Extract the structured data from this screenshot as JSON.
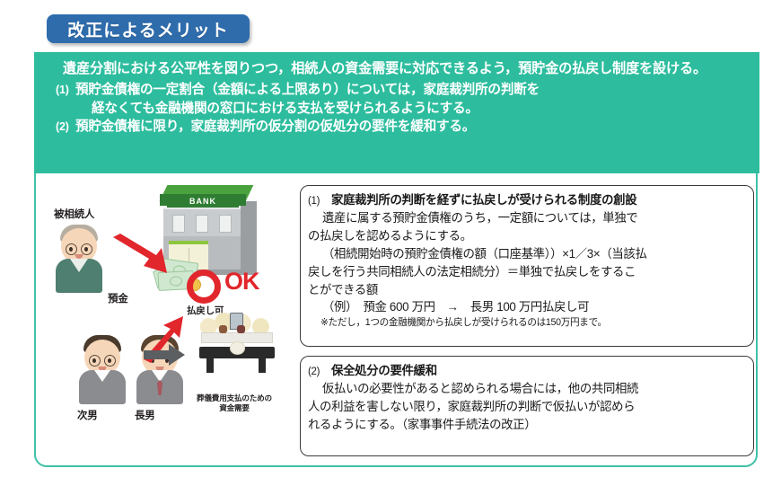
{
  "title_tab": {
    "label": "改正によるメリット"
  },
  "summary": {
    "lead": "遺産分割における公平性を図りつつ，相続人の資金需要に対応できるよう，預貯金の払戻し制度を設ける。",
    "items": [
      {
        "num": "(1)",
        "line1": "預貯金債権の一定割合（金額による上限あり）については，家庭裁判所の判断を",
        "line2": "経なくても金融機関の窓口における支払を受けられるようにする。"
      },
      {
        "num": "(2)",
        "line1": "預貯金債権に限り，家庭裁判所の仮分割の仮処分の要件を緩和する。",
        "line2": ""
      }
    ]
  },
  "illustration": {
    "label_decedent": "被相続人",
    "label_deposit": "預金",
    "label_second_son": "次男",
    "label_eldest_son": "長男",
    "bank_sign": "BANK",
    "ok_mark": "OK",
    "ok_caption": "払戻し可",
    "funeral_need_line1": "葬儀費用支払のための",
    "funeral_need_line2": "資金需要"
  },
  "detail_boxes": [
    {
      "num": "(1)",
      "heading": "家庭裁判所の判断を経ずに払戻しが受けられる制度の創設",
      "lines": [
        "遺産に属する預貯金債権のうち，一定額については，単独で",
        "の払戻しを認めるようにする。",
        "（相続開始時の預貯金債権の額（口座基準））×1／3×（当該払",
        "戻しを行う共同相続人の法定相続分）＝単独で払戻しをするこ",
        "とができる額",
        "（例）　預金 600 万円　→　長男 100 万円払戻し可"
      ],
      "note": "※ただし，1つの金融機関から払戻しが受けられるのは150万円まで。"
    },
    {
      "num": "(2)",
      "heading": "保全処分の要件緩和",
      "lines": [
        "仮払いの必要性があると認められる場合には，他の共同相続",
        "人の利益を害しない限り，家庭裁判所の判断で仮払いが認めら",
        "れるようにする。（家事事件手続法の改正）"
      ],
      "note": ""
    }
  ],
  "colors": {
    "tab_blue": "#2e6cac",
    "green": "#2dbd9e",
    "border_teal": "#3ec1a8",
    "arrow_red": "#e1262c",
    "ok_red": "#e1262c",
    "arrow_gray": "#5b5f62"
  }
}
